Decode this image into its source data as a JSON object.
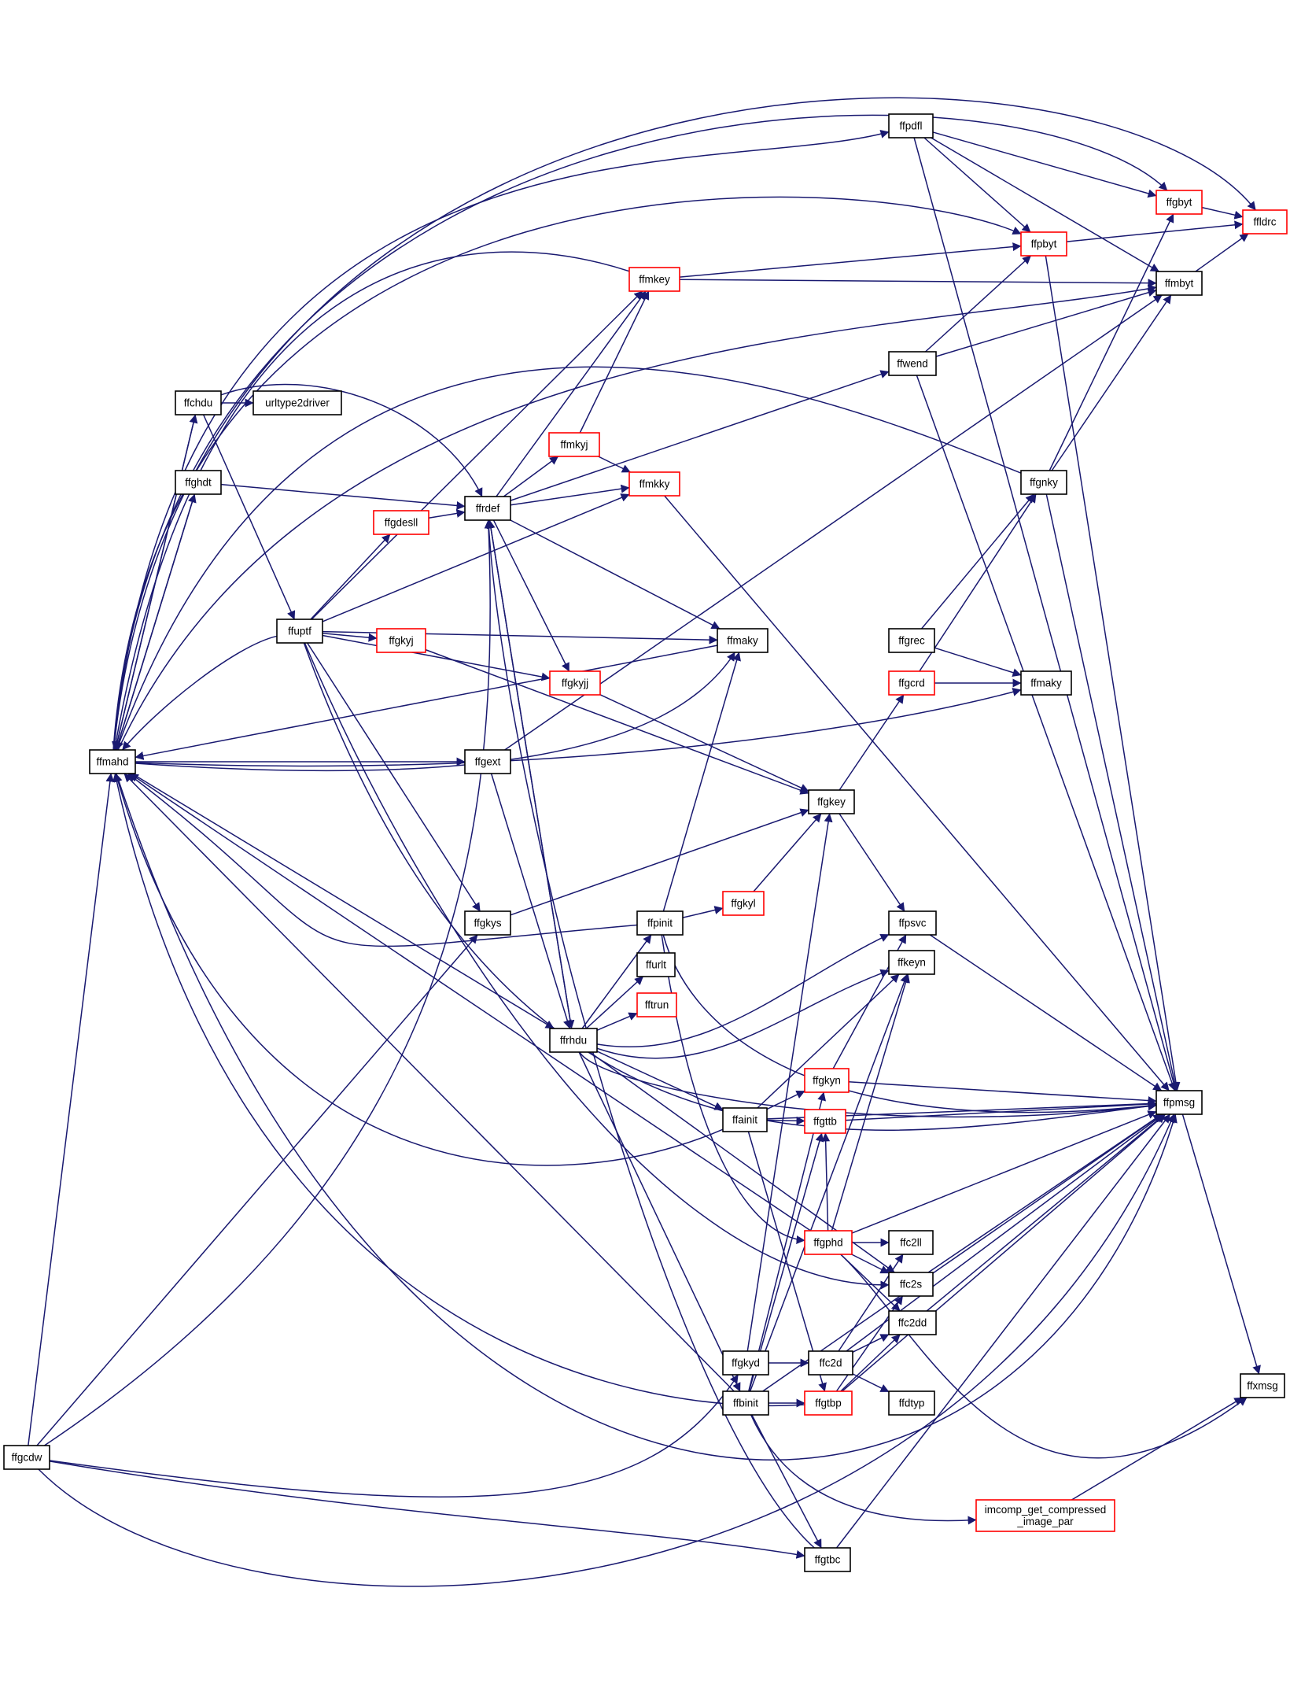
{
  "colors": {
    "edge": "#191970",
    "node_border": "#000000",
    "linked_border": "#ff0000",
    "root_fill": "#bfbfbf"
  },
  "nodes": [
    {
      "id": "ffgcdw",
      "label": "ffgcdw",
      "variant": "root"
    },
    {
      "id": "ffmahd",
      "label": "ffmahd",
      "variant": "normal"
    },
    {
      "id": "ffchdu",
      "label": "ffchdu",
      "variant": "normal"
    },
    {
      "id": "urltype2driver",
      "label": "urltype2driver",
      "variant": "normal"
    },
    {
      "id": "ffghdt",
      "label": "ffghdt",
      "variant": "normal"
    },
    {
      "id": "ffuptf",
      "label": "ffuptf",
      "variant": "normal"
    },
    {
      "id": "ffgdesll",
      "label": "ffgdesll",
      "variant": "red"
    },
    {
      "id": "ffgkyj",
      "label": "ffgkyj",
      "variant": "red"
    },
    {
      "id": "ffgkyjj",
      "label": "ffgkyjj",
      "variant": "red"
    },
    {
      "id": "ffrdef",
      "label": "ffrdef",
      "variant": "normal"
    },
    {
      "id": "ffmkyj",
      "label": "ffmkyj",
      "variant": "red"
    },
    {
      "id": "ffmkky",
      "label": "ffmkky",
      "variant": "red"
    },
    {
      "id": "ffmkey",
      "label": "ffmkey",
      "variant": "red"
    },
    {
      "id": "ffmaky1",
      "label": "ffmaky",
      "variant": "normal"
    },
    {
      "id": "ffgext",
      "label": "ffgext",
      "variant": "normal"
    },
    {
      "id": "ffgkys",
      "label": "ffgkys",
      "variant": "normal"
    },
    {
      "id": "ffpinit",
      "label": "ffpinit",
      "variant": "normal"
    },
    {
      "id": "ffgkyl",
      "label": "ffgkyl",
      "variant": "red"
    },
    {
      "id": "ffurlt",
      "label": "ffurlt",
      "variant": "normal"
    },
    {
      "id": "fftrun",
      "label": "fftrun",
      "variant": "red"
    },
    {
      "id": "ffrhdu",
      "label": "ffrhdu",
      "variant": "normal"
    },
    {
      "id": "ffainit",
      "label": "ffainit",
      "variant": "normal"
    },
    {
      "id": "ffgkyd",
      "label": "ffgkyd",
      "variant": "normal"
    },
    {
      "id": "ffbinit",
      "label": "ffbinit",
      "variant": "normal"
    },
    {
      "id": "ffgtbc",
      "label": "ffgtbc",
      "variant": "normal"
    },
    {
      "id": "ffpdfl",
      "label": "ffpdfl",
      "variant": "normal"
    },
    {
      "id": "ffwend",
      "label": "ffwend",
      "variant": "normal"
    },
    {
      "id": "ffgnky",
      "label": "ffgnky",
      "variant": "normal"
    },
    {
      "id": "ffgrec",
      "label": "ffgrec",
      "variant": "normal"
    },
    {
      "id": "ffgcrd",
      "label": "ffgcrd",
      "variant": "red"
    },
    {
      "id": "ffmaky2",
      "label": "ffmaky",
      "variant": "normal"
    },
    {
      "id": "ffgkey",
      "label": "ffgkey",
      "variant": "normal"
    },
    {
      "id": "ffpsvc",
      "label": "ffpsvc",
      "variant": "normal"
    },
    {
      "id": "ffkeyn",
      "label": "ffkeyn",
      "variant": "normal"
    },
    {
      "id": "ffgkyn",
      "label": "ffgkyn",
      "variant": "red"
    },
    {
      "id": "ffgttb",
      "label": "ffgttb",
      "variant": "red"
    },
    {
      "id": "ffgphd",
      "label": "ffgphd",
      "variant": "red"
    },
    {
      "id": "ffc2ll",
      "label": "ffc2ll",
      "variant": "normal"
    },
    {
      "id": "ffc2s",
      "label": "ffc2s",
      "variant": "normal"
    },
    {
      "id": "ffc2dd",
      "label": "ffc2dd",
      "variant": "normal"
    },
    {
      "id": "ffc2d",
      "label": "ffc2d",
      "variant": "normal"
    },
    {
      "id": "ffdtyp",
      "label": "ffdtyp",
      "variant": "normal"
    },
    {
      "id": "ffgtbp",
      "label": "ffgtbp",
      "variant": "red"
    },
    {
      "id": "imcomp",
      "label": "imcomp_get_compressed\n_image_par",
      "variant": "red"
    },
    {
      "id": "ffpbyt",
      "label": "ffpbyt",
      "variant": "red"
    },
    {
      "id": "ffgbyt",
      "label": "ffgbyt",
      "variant": "red"
    },
    {
      "id": "ffldrc",
      "label": "ffldrc",
      "variant": "red"
    },
    {
      "id": "ffmbyt",
      "label": "ffmbyt",
      "variant": "normal"
    },
    {
      "id": "ffpmsg",
      "label": "ffpmsg",
      "variant": "normal"
    },
    {
      "id": "ffxmsg",
      "label": "ffxmsg",
      "variant": "normal"
    }
  ],
  "edges": [
    [
      "ffgcdw",
      "ffmahd"
    ],
    [
      "ffgcdw",
      "ffgkys"
    ],
    [
      "ffgcdw",
      "ffrdef"
    ],
    [
      "ffgcdw",
      "ffgkyd"
    ],
    [
      "ffgcdw",
      "ffgtbc"
    ],
    [
      "ffgcdw",
      "ffpmsg"
    ],
    [
      "ffmahd",
      "ffchdu"
    ],
    [
      "ffmahd",
      "ffghdt"
    ],
    [
      "ffmahd",
      "ffgext"
    ],
    [
      "ffmahd",
      "ffrhdu"
    ],
    [
      "ffmahd",
      "ffmbyt"
    ],
    [
      "ffmahd",
      "ffpmsg"
    ],
    [
      "ffmahd",
      "ffmaky1"
    ],
    [
      "ffmahd",
      "ffmaky2"
    ],
    [
      "ffmahd",
      "ffpbyt"
    ],
    [
      "ffmahd",
      "ffldrc"
    ],
    [
      "ffmahd",
      "ffgbyt"
    ],
    [
      "ffmahd",
      "ffpdfl"
    ],
    [
      "ffchdu",
      "urltype2driver"
    ],
    [
      "ffchdu",
      "ffuptf"
    ],
    [
      "ffchdu",
      "ffrdef"
    ],
    [
      "ffchdu",
      "ffmahd"
    ],
    [
      "ffghdt",
      "ffrdef"
    ],
    [
      "ffghdt",
      "ffmahd"
    ],
    [
      "ffuptf",
      "ffgdesll"
    ],
    [
      "ffuptf",
      "ffgkyj"
    ],
    [
      "ffuptf",
      "ffgkyjj"
    ],
    [
      "ffuptf",
      "ffmkky"
    ],
    [
      "ffuptf",
      "ffmkey"
    ],
    [
      "ffuptf",
      "ffmaky1"
    ],
    [
      "ffuptf",
      "ffgkys"
    ],
    [
      "ffuptf",
      "ffmahd"
    ],
    [
      "ffuptf",
      "ffpmsg"
    ],
    [
      "ffuptf",
      "ffc2s"
    ],
    [
      "ffgdesll",
      "ffrdef"
    ],
    [
      "ffgkyj",
      "ffgkey"
    ],
    [
      "ffgkyjj",
      "ffgkey"
    ],
    [
      "ffrdef",
      "ffmkyj"
    ],
    [
      "ffrdef",
      "ffmkky"
    ],
    [
      "ffrdef",
      "ffmkey"
    ],
    [
      "ffrdef",
      "ffgkyjj"
    ],
    [
      "ffrdef",
      "ffmaky1"
    ],
    [
      "ffrdef",
      "ffrhdu"
    ],
    [
      "ffrdef",
      "ffwend"
    ],
    [
      "ffmkyj",
      "ffmkey"
    ],
    [
      "ffmkyj",
      "ffmkky"
    ],
    [
      "ffmkky",
      "ffpmsg"
    ],
    [
      "ffmkey",
      "ffmahd"
    ],
    [
      "ffmkey",
      "ffpbyt"
    ],
    [
      "ffmkey",
      "ffmbyt"
    ],
    [
      "ffmaky1",
      "ffmahd"
    ],
    [
      "ffgext",
      "ffrhdu"
    ],
    [
      "ffgext",
      "ffmbyt"
    ],
    [
      "ffgkys",
      "ffgkey"
    ],
    [
      "ffpinit",
      "ffgkyl"
    ],
    [
      "ffpinit",
      "ffmaky1"
    ],
    [
      "ffpinit",
      "ffmahd"
    ],
    [
      "ffpinit",
      "ffpmsg"
    ],
    [
      "ffpinit",
      "ffgphd"
    ],
    [
      "ffgkyl",
      "ffgkey"
    ],
    [
      "ffrhdu",
      "ffpinit"
    ],
    [
      "ffrhdu",
      "ffurlt"
    ],
    [
      "ffrhdu",
      "fftrun"
    ],
    [
      "ffrhdu",
      "ffrdef"
    ],
    [
      "ffrhdu",
      "ffpsvc"
    ],
    [
      "ffrhdu",
      "ffkeyn"
    ],
    [
      "ffrhdu",
      "ffpmsg"
    ],
    [
      "ffrhdu",
      "ffainit"
    ],
    [
      "ffrhdu",
      "ffbinit"
    ],
    [
      "ffrhdu",
      "ffc2s"
    ],
    [
      "ffainit",
      "ffgkyn"
    ],
    [
      "ffainit",
      "ffgttb"
    ],
    [
      "ffainit",
      "ffkeyn"
    ],
    [
      "ffainit",
      "ffmahd"
    ],
    [
      "ffainit",
      "ffpmsg"
    ],
    [
      "ffainit",
      "ffgtbp"
    ],
    [
      "ffgkyd",
      "ffgkey"
    ],
    [
      "ffgkyd",
      "ffc2d"
    ],
    [
      "ffbinit",
      "ffgkyn"
    ],
    [
      "ffbinit",
      "ffgttb"
    ],
    [
      "ffbinit",
      "ffgtbp"
    ],
    [
      "ffbinit",
      "ffmahd"
    ],
    [
      "ffbinit",
      "ffgtbc"
    ],
    [
      "ffbinit",
      "imcomp"
    ],
    [
      "ffbinit",
      "ffpmsg"
    ],
    [
      "ffbinit",
      "ffkeyn"
    ],
    [
      "ffgtbc",
      "ffrdef"
    ],
    [
      "ffgtbc",
      "ffpmsg"
    ],
    [
      "ffpdfl",
      "ffpbyt"
    ],
    [
      "ffpdfl",
      "ffgbyt"
    ],
    [
      "ffpdfl",
      "ffmbyt"
    ],
    [
      "ffpdfl",
      "ffpmsg"
    ],
    [
      "ffwend",
      "ffpbyt"
    ],
    [
      "ffwend",
      "ffmbyt"
    ],
    [
      "ffwend",
      "ffpmsg"
    ],
    [
      "ffgnky",
      "ffmahd"
    ],
    [
      "ffgnky",
      "ffgbyt"
    ],
    [
      "ffgnky",
      "ffmbyt"
    ],
    [
      "ffgnky",
      "ffpmsg"
    ],
    [
      "ffgrec",
      "ffgnky"
    ],
    [
      "ffgrec",
      "ffmaky2"
    ],
    [
      "ffgcrd",
      "ffgnky"
    ],
    [
      "ffgcrd",
      "ffmaky2"
    ],
    [
      "ffgkey",
      "ffgcrd"
    ],
    [
      "ffgkey",
      "ffpsvc"
    ],
    [
      "ffpsvc",
      "ffpmsg"
    ],
    [
      "ffgkyn",
      "ffpsvc"
    ],
    [
      "ffgkyn",
      "ffpmsg"
    ],
    [
      "ffgttb",
      "ffpmsg"
    ],
    [
      "ffgphd",
      "ffc2ll"
    ],
    [
      "ffgphd",
      "ffc2s"
    ],
    [
      "ffgphd",
      "ffc2dd"
    ],
    [
      "ffgphd",
      "ffkeyn"
    ],
    [
      "ffgphd",
      "ffgttb"
    ],
    [
      "ffgphd",
      "ffmahd"
    ],
    [
      "ffgphd",
      "ffpmsg"
    ],
    [
      "ffgphd",
      "ffxmsg"
    ],
    [
      "ffc2s",
      "ffpmsg"
    ],
    [
      "ffc2dd",
      "ffpmsg"
    ],
    [
      "ffc2d",
      "ffc2ll"
    ],
    [
      "ffc2d",
      "ffc2dd"
    ],
    [
      "ffc2d",
      "ffdtyp"
    ],
    [
      "ffc2d",
      "ffpmsg"
    ],
    [
      "ffgtbp",
      "ffc2s"
    ],
    [
      "ffgtbp",
      "ffc2dd"
    ],
    [
      "ffgtbp",
      "ffpmsg"
    ],
    [
      "ffgtbp",
      "ffmahd"
    ],
    [
      "imcomp",
      "ffxmsg"
    ],
    [
      "ffpbyt",
      "ffldrc"
    ],
    [
      "ffpbyt",
      "ffpmsg"
    ],
    [
      "ffgbyt",
      "ffldrc"
    ],
    [
      "ffmbyt",
      "ffldrc"
    ],
    [
      "ffpmsg",
      "ffxmsg"
    ]
  ]
}
